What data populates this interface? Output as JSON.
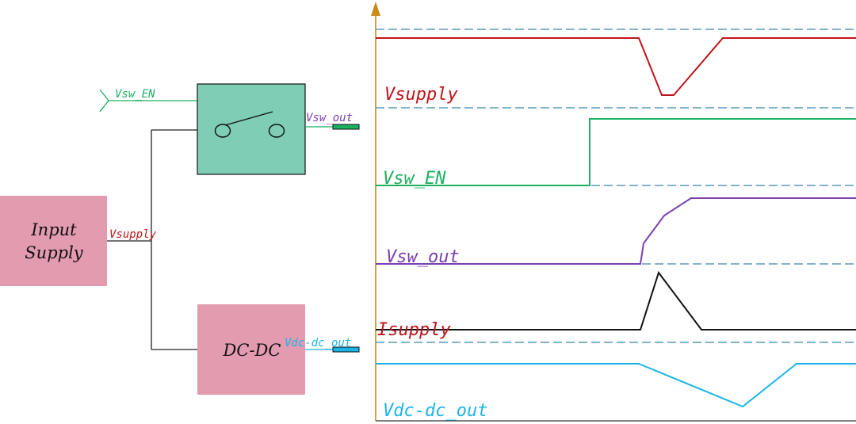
{
  "blocks": {
    "input_supply": {
      "line1": "Input",
      "line2": "Supply"
    },
    "dcdc": {
      "label": "DC-DC"
    }
  },
  "nets": {
    "vsw_en": "Vsw_EN",
    "vsupply": "Vsupply",
    "vsw_out": "Vsw_out",
    "vdc_dc_out": "Vdc-dc_out"
  },
  "waveforms": {
    "vsupply": "Vsupply",
    "vsw_en": "Vsw_EN",
    "vsw_out": "Vsw_out",
    "isupply": "Isupply",
    "vdc_dc_out": "Vdc-dc_out"
  },
  "colors": {
    "block_pink": "#e39bb0",
    "switch_green": "#7ecdb4",
    "vsupply_red": "#c0141b",
    "vsw_en_green": "#1db060",
    "vsw_out_purple": "#7b3fb0",
    "isupply_black": "#111111",
    "vdc_dc_out_cyan": "#1cb4e6",
    "dashed_ref": "#5a9ab8",
    "axis_orange": "#c98a1a"
  }
}
